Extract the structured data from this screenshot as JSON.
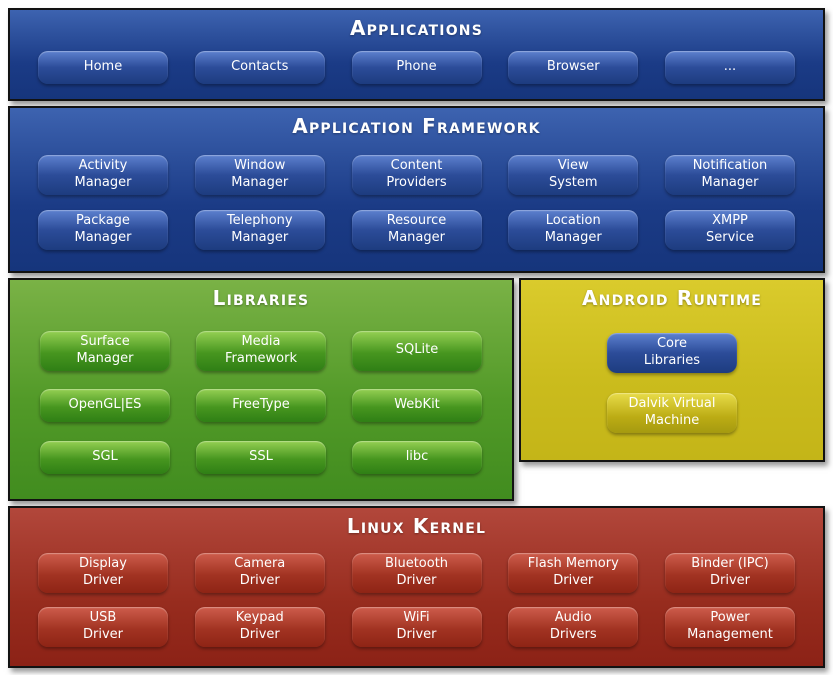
{
  "sections": {
    "applications": {
      "title": "Applications",
      "buttons": [
        "Home",
        "Contacts",
        "Phone",
        "Browser",
        "..."
      ]
    },
    "framework": {
      "title": "Application Framework",
      "row1": [
        "Activity\nManager",
        "Window\nManager",
        "Content\nProviders",
        "View\nSystem",
        "Notification\nManager"
      ],
      "row2": [
        "Package\nManager",
        "Telephony\nManager",
        "Resource\nManager",
        "Location\nManager",
        "XMPP\nService"
      ]
    },
    "libraries": {
      "title": "Libraries",
      "row1": [
        "Surface\nManager",
        "Media\nFramework",
        "SQLite"
      ],
      "row2": [
        "OpenGL|ES",
        "FreeType",
        "WebKit"
      ],
      "row3": [
        "SGL",
        "SSL",
        "libc"
      ]
    },
    "runtime": {
      "title": "Android Runtime",
      "buttons": [
        "Core\nLibraries",
        "Dalvik Virtual\nMachine"
      ]
    },
    "kernel": {
      "title": "Linux Kernel",
      "row1": [
        "Display\nDriver",
        "Camera\nDriver",
        "Bluetooth\nDriver",
        "Flash Memory\nDriver",
        "Binder (IPC)\nDriver"
      ],
      "row2": [
        "USB\nDriver",
        "Keypad\nDriver",
        "WiFi\nDriver",
        "Audio\nDrivers",
        "Power\nManagement"
      ]
    }
  },
  "colors": {
    "applications_blue": "#1d3c7f",
    "framework_blue": "#16357c",
    "libraries_green": "#2f7f15",
    "runtime_yellow": "#c4b518",
    "kernel_red": "#8c2216",
    "title_text": "#ffffff"
  }
}
